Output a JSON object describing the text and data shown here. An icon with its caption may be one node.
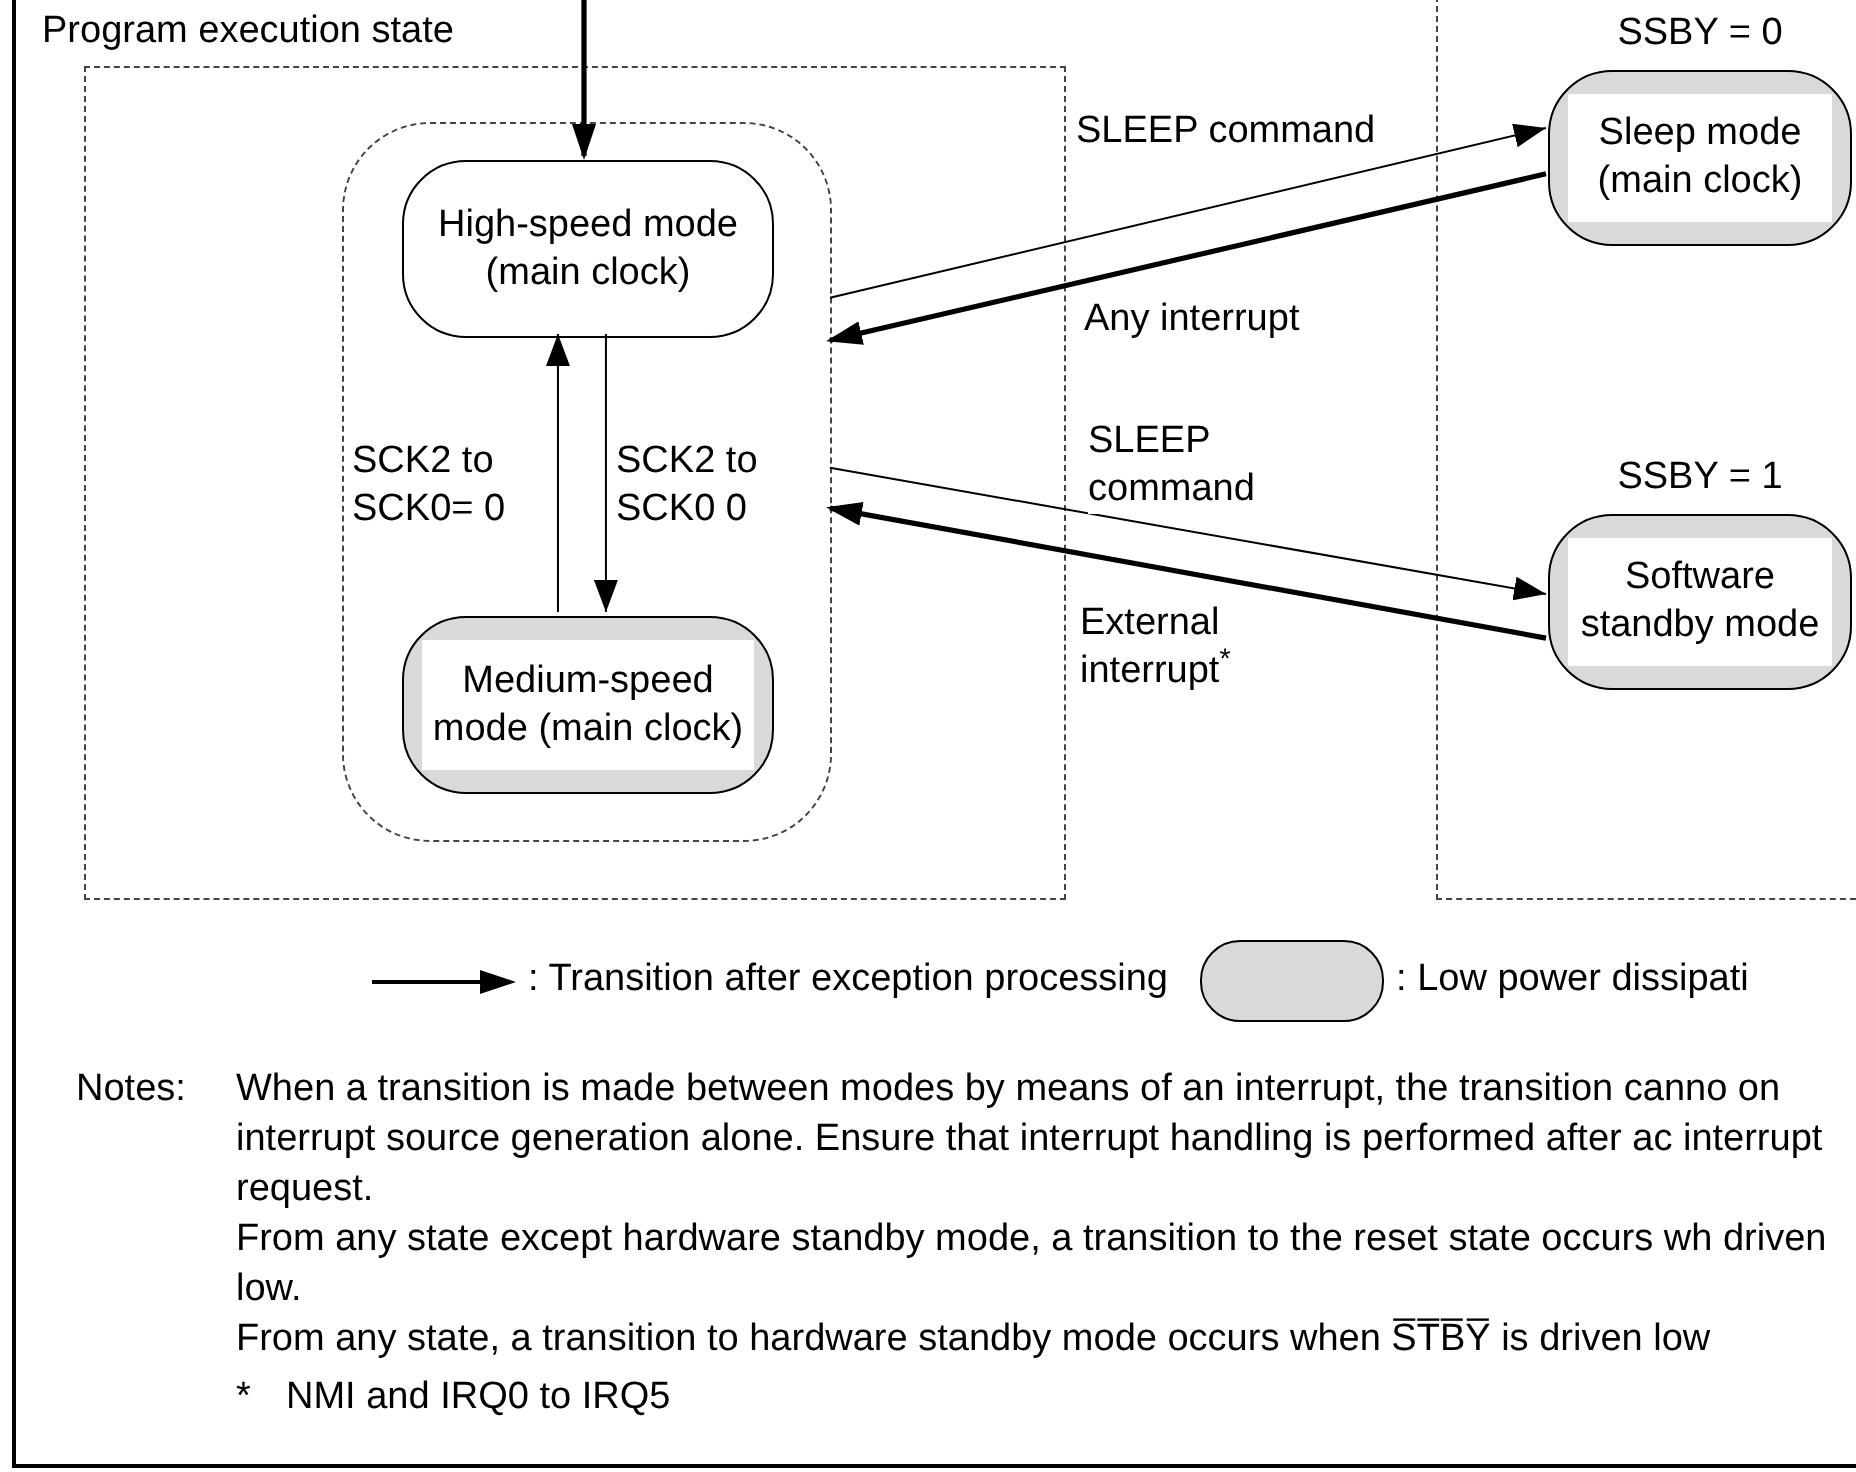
{
  "diagram": {
    "nodes": [
      {
        "text": [
          "Program execution state"
        ]
      },
      {
        "text": [],
        "shape": "box",
        "in": 0
      },
      {
        "text": [
          "High-speed mode (main clock)"
        ],
        "in": 1
      },
      {
        "text": [
          "Medium-speed mode (main clock)"
        ],
        "in": 1
      },
      {
        "text": [],
        "shape": "box"
      },
      {
        "text": [
          "Sleep mode (main clock)"
        ],
        "beside": [
          "SSBY = 0"
        ],
        "in": 4
      },
      {
        "text": [
          "Software standby mode"
        ],
        "beside": [
          "SSBY = 1"
        ],
        "in": 4
      }
    ],
    "edges": [
      {
        "from": null,
        "to": 2,
        "arrow": "to",
        "style": "thick"
      },
      {
        "from": 2,
        "to": 3,
        "arrow": "to",
        "label": "SCK2 to SCK0 0"
      },
      {
        "from": 3,
        "to": 2,
        "arrow": "to",
        "label": "SCK2 to SCK0= 0"
      },
      {
        "from": 1,
        "to": 5,
        "arrow": "to",
        "label": "SLEEP command"
      },
      {
        "from": 5,
        "to": 1,
        "arrow": "to",
        "label": "Any interrupt",
        "style": "thick"
      },
      {
        "from": 1,
        "to": 6,
        "arrow": "to",
        "label": "SLEEP command"
      },
      {
        "from": 6,
        "to": 1,
        "arrow": "to",
        "label": "External interrupt$^{*}$",
        "style": "thick"
      }
    ],
    "labels": [
      "Notes:",
      "When a transition is made between modes by means of an interrupt, the transition canno on interrupt source generation alone. Ensure that interrupt handling is performed after ac interrupt request.",
      "From any state except hardware standby mode, a transition to the reset state occurs wh driven low.",
      "From any state, a transition to hardware standby mode occurs when S̅T̅B̅Y̅ is driven low",
      "*",
      "NMI and IRQ0 to IRQ5"
    ],
    "legend": [
      {
        "text": ": Transition after exception processing"
      },
      {
        "text": ": Low power dissipati",
        "color": "#d9d9d9"
      }
    ]
  }
}
